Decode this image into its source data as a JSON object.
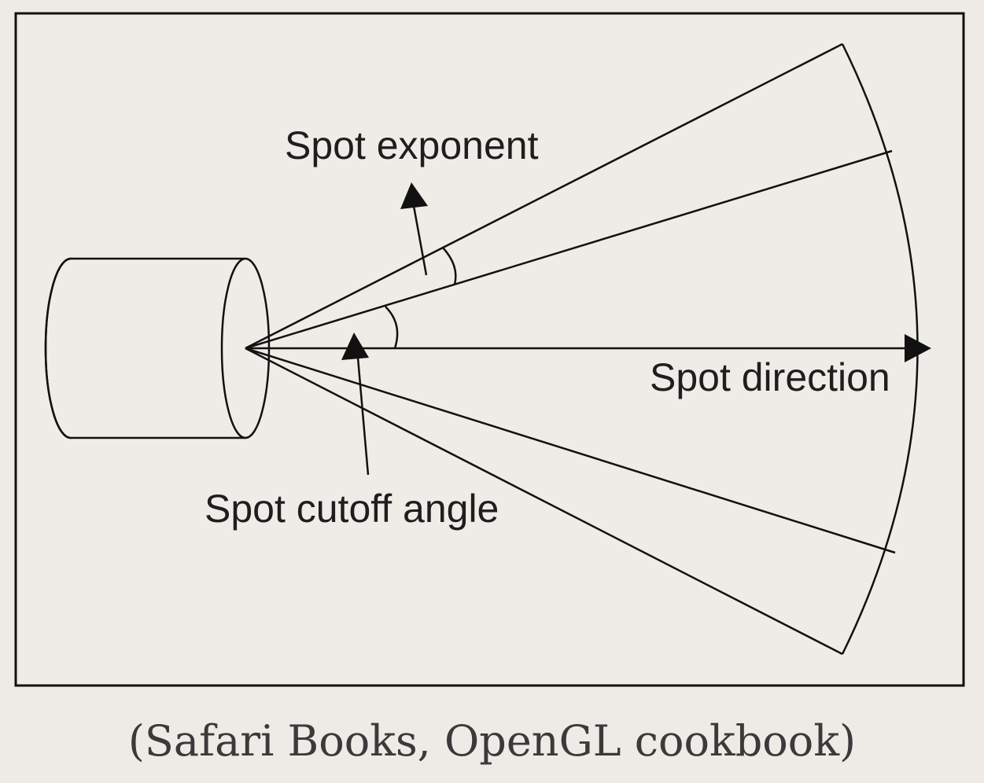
{
  "diagram": {
    "labels": {
      "spot_exponent": "Spot exponent",
      "spot_direction": "Spot direction",
      "spot_cutoff_angle": "Spot cutoff angle"
    }
  },
  "caption": "(Safari Books, OpenGL cookbook)"
}
